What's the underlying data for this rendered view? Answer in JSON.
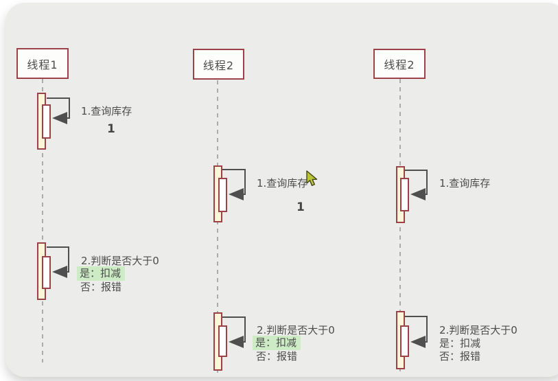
{
  "lanes": [
    {
      "actor": "线程1",
      "step1": {
        "label": "1.查询库存",
        "result": "1"
      },
      "step2": {
        "label": "2.判断是否大于0",
        "yes": "是：扣减",
        "no": "否：报错",
        "yes_highlighted": true
      }
    },
    {
      "actor": "线程2",
      "step1": {
        "label": "1.查询库存",
        "result": "1"
      },
      "step2": {
        "label": "2.判断是否大于0",
        "yes": "是：扣减",
        "no": "否：报错",
        "yes_highlighted": true
      }
    },
    {
      "actor": "线程2",
      "step1": {
        "label": "1.查询库存"
      },
      "step2": {
        "label": "2.判断是否大于0",
        "yes": "是：扣减",
        "no": "否：报错",
        "yes_highlighted": false
      }
    }
  ],
  "colors": {
    "page_background": "#ffffff",
    "card_background": "#ececea",
    "actor_border": "#9c4148",
    "actor_fill": "#fdfdfc",
    "activation_fill": "#fdf5d8",
    "activation_inner_fill": "#fefefe",
    "arrow": "#4f4f4f",
    "text": "#4c4c4c",
    "highlight_green": "#cdecc6",
    "lifeline_gray": "#ababab",
    "cursor_yellow_green": "#b9c437"
  },
  "cursor": {
    "icon": "mouse-pointer"
  }
}
